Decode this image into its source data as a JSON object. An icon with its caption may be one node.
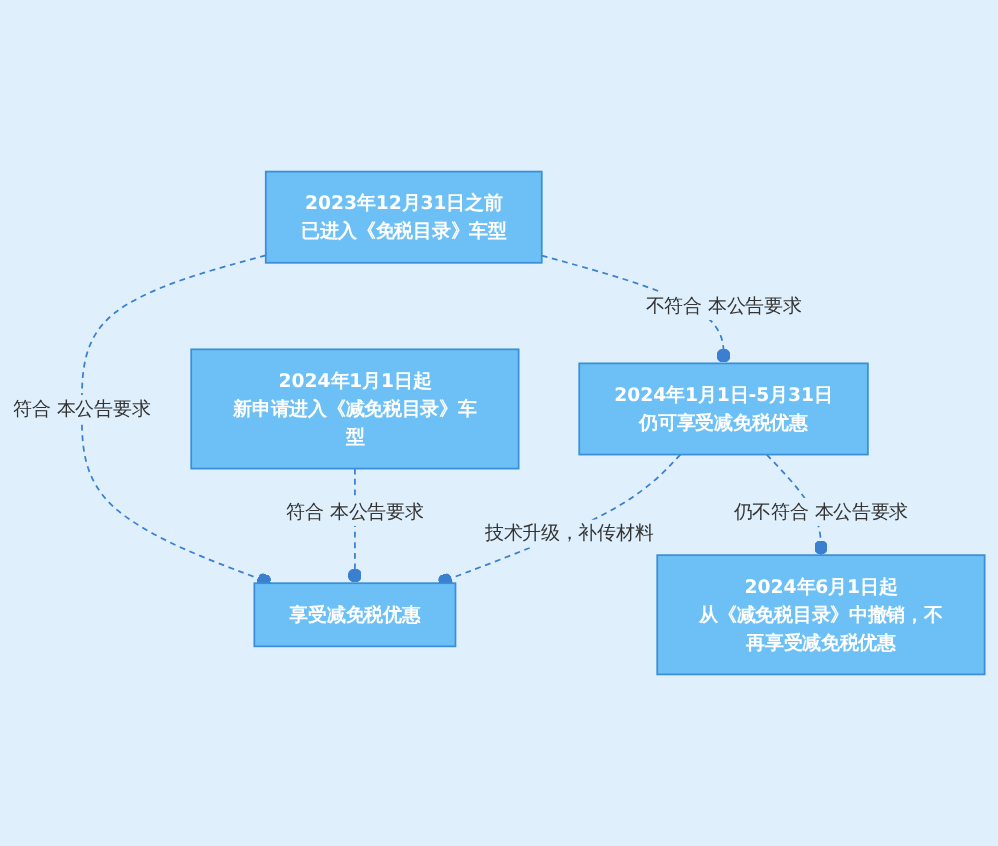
{
  "diagram": {
    "nodes": [
      {
        "text": [
          "2023年12月31日之前",
          "已进入《免税目录》车型"
        ]
      },
      {
        "text": [
          "2024年1月1日起",
          "新申请进入《减免税目录》车型"
        ]
      },
      {
        "text": [
          "2024年1月1日-5月31日",
          "仍可享受减免税优惠"
        ]
      },
      {
        "text": [
          "2024年6月1日起",
          "从《减免税目录》中撤销，不再享受减免税优惠"
        ]
      },
      {
        "text": [
          "享受减免税优惠"
        ]
      }
    ],
    "edges": [
      {
        "from": 0,
        "to": 2,
        "arrow": "other",
        "label": "不符合 本公告要求",
        "style": "dashed"
      },
      {
        "from": 0,
        "to": 4,
        "arrow": "other",
        "label": "符合 本公告要求",
        "style": "dashed"
      },
      {
        "from": 1,
        "to": 4,
        "arrow": "other",
        "label": "符合 本公告要求",
        "style": "dashed"
      },
      {
        "from": 2,
        "to": 4,
        "arrow": "other",
        "label": "技术升级，补传材料",
        "style": "dashed"
      },
      {
        "from": 2,
        "to": 3,
        "arrow": "other",
        "label": "仍不符合 本公告要求",
        "style": "dashed"
      }
    ]
  }
}
